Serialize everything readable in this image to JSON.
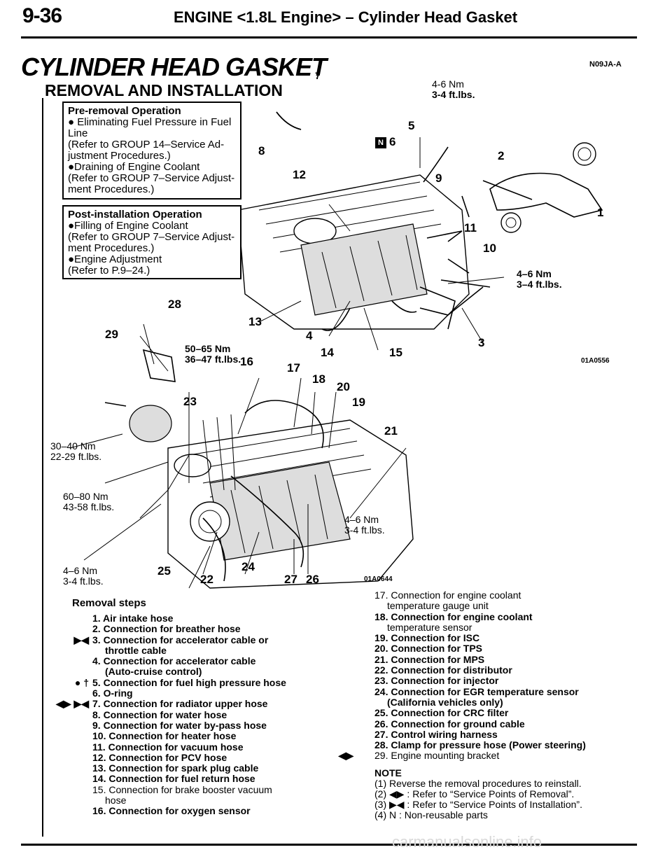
{
  "header": {
    "page_number": "9-36",
    "title": "ENGINE <1.8L Engine> – Cylinder Head Gasket"
  },
  "section": {
    "title": "CYLINDER HEAD GASKET",
    "code": "N09JA-A",
    "subtitle": "REMOVAL AND INSTALLATION"
  },
  "pre_removal": {
    "heading": "Pre-removal Operation",
    "lines": [
      "● Eliminating Fuel Pressure in Fuel",
      "Line",
      "(Refer to GROUP 14–Service Ad-",
      "justment Procedures.)",
      "●Draining of Engine Coolant",
      "(Refer to GROUP 7–Service Adjust-",
      "ment Procedures.)"
    ]
  },
  "post_installation": {
    "heading": "Post-installation Operation",
    "lines": [
      "●Filling of Engine Coolant",
      "(Refer to GROUP 7–Service Adjust-",
      "ment Procedures.)",
      "●Engine Adjustment",
      "(Refer to P.9–24.)"
    ]
  },
  "torques": {
    "t_top_a": "4-6 Nm",
    "t_top_b": "3-4 ft.lbs.",
    "t_right_a": "4–6 Nm",
    "t_right_b": "3–4 ft.lbs.",
    "t_5065_a": "50–65 Nm",
    "t_5065_b": "36–47 ft.lbs.",
    "t_3040_a": "30–40 Nm",
    "t_3040_b": "22-29 ft.lbs.",
    "t_6080_a": "60–80 Nm",
    "t_6080_b": "43-58 ft.lbs.",
    "t_mid_a": "4–6 Nm",
    "t_mid_b": "3-4 ft.lbs.",
    "t_bot_a": "4–6 Nm",
    "t_bot_b": "3-4 ft.lbs."
  },
  "figure_codes": {
    "upper": "01A0556",
    "lower": "01A0644"
  },
  "callouts": {
    "c1": "1",
    "c2": "2",
    "c3": "3",
    "c4": "4",
    "c5": "5",
    "c6": "6",
    "c7": "7",
    "c8": "8",
    "c9": "9",
    "c10": "10",
    "c11": "11",
    "c12": "12",
    "c13": "13",
    "c14": "14",
    "c15": "15",
    "c16": "16",
    "c17": "17",
    "c18": "18",
    "c19": "19",
    "c20": "20",
    "c21": "21",
    "c22": "22",
    "c23": "23",
    "c24": "24",
    "c25": "25",
    "c26": "26",
    "c27": "27",
    "c28": "28",
    "c29": "29",
    "n_mark": "N"
  },
  "removal": {
    "heading": "Removal steps",
    "steps": [
      {
        "mark": "",
        "text": "1. Air intake hose"
      },
      {
        "mark": "",
        "text": "2. Connection for breather hose"
      },
      {
        "mark": "▶◀",
        "text": "3. Connection for accelerator cable or"
      },
      {
        "mark": "",
        "text": "throttle cable",
        "indent": true
      },
      {
        "mark": "",
        "text": "4. Connection for accelerator cable"
      },
      {
        "mark": "",
        "text": "(Auto-cruise control)",
        "indent": true
      },
      {
        "mark": "● †",
        "text": "5. Connection for fuel high pressure hose"
      },
      {
        "mark": "",
        "text": "6. O-ring"
      },
      {
        "mark": "◀▶ ▶◀",
        "text": "7. Connection for radiator upper hose"
      },
      {
        "mark": "",
        "text": "8. Connection for water hose"
      },
      {
        "mark": "",
        "text": "9. Connection for water by-pass hose"
      },
      {
        "mark": "",
        "text": "10. Connection for heater hose"
      },
      {
        "mark": "",
        "text": "11. Connection for vacuum hose"
      },
      {
        "mark": "",
        "text": "12. Connection for PCV hose"
      },
      {
        "mark": "",
        "text": "13. Connection for spark plug cable"
      },
      {
        "mark": "",
        "text": "14. Connection for fuel return hose"
      },
      {
        "mark": "",
        "text": "15. Connection for brake booster vacuum",
        "light": true
      },
      {
        "mark": "",
        "text": "hose",
        "indent": true,
        "light": true
      },
      {
        "mark": "",
        "text": "16. Connection for oxygen sensor"
      }
    ],
    "right_steps": [
      {
        "text": "17. Connection for engine coolant",
        "light": true
      },
      {
        "text": "temperature gauge unit",
        "indent": true,
        "light": true
      },
      {
        "text": "18. Connection for engine coolant"
      },
      {
        "text": "temperature sensor",
        "indent": true,
        "light": true
      },
      {
        "text": "19. Connection for ISC"
      },
      {
        "text": "20. Connection for TPS"
      },
      {
        "text": "21. Connection for MPS"
      },
      {
        "text": "22. Connection for distributor"
      },
      {
        "text": "23. Connection for injector"
      },
      {
        "text": "24. Connection for EGR temperature sensor"
      },
      {
        "text": "(California vehicles only)",
        "indent": true
      },
      {
        "text": "25. Connection for CRC filter"
      },
      {
        "text": "26. Connection for ground cable"
      },
      {
        "text": "27. Control wiring harness"
      },
      {
        "text": "28. Clamp for pressure hose (Power steering)"
      },
      {
        "text": "29. Engine mounting bracket",
        "light": true,
        "mark": "◀▶"
      }
    ]
  },
  "note": {
    "heading": "NOTE",
    "lines": [
      "(1) Reverse the removal procedures to reinstall.",
      "(2) ◀▶ : Refer to “Service Points of Removal”.",
      "(3) ▶◀ : Refer to “Service Points of Installation”.",
      "(4) N : Non-reusable parts"
    ]
  },
  "watermark": "carmanualsonline.info"
}
